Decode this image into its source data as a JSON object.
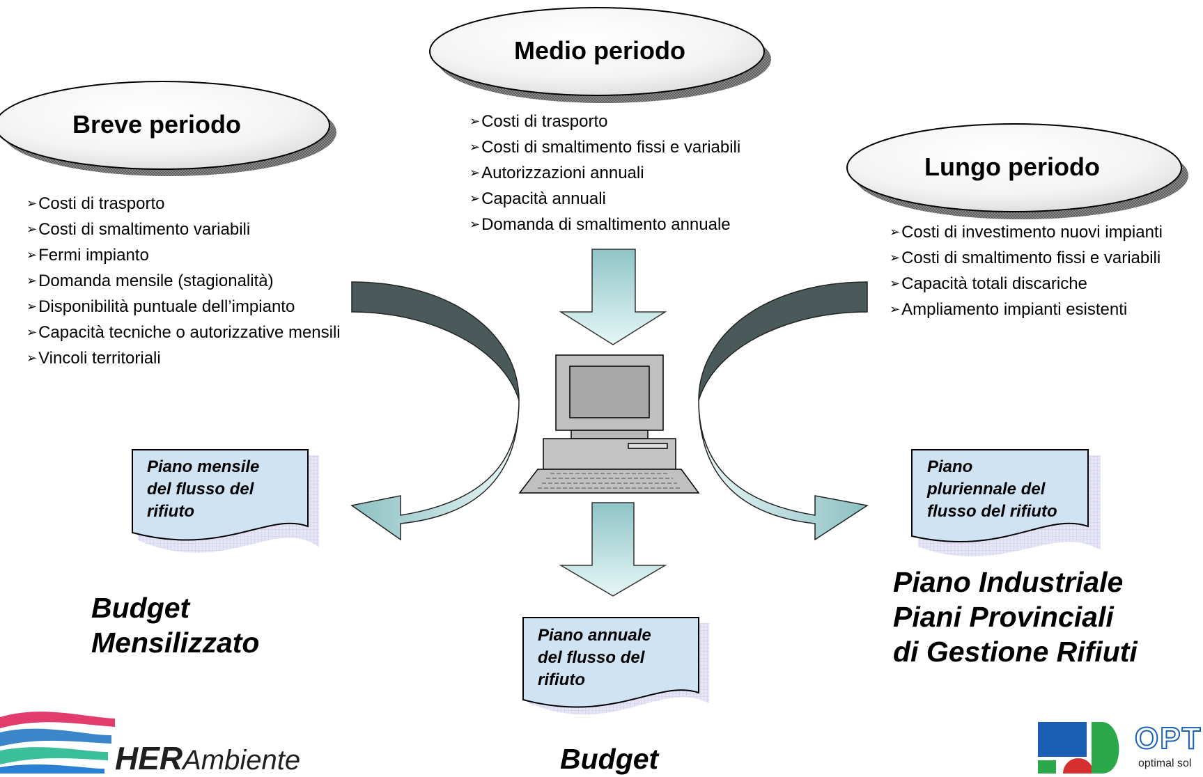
{
  "ellipses": {
    "short": "Breve periodo",
    "medium": "Medio periodo",
    "long": "Lungo  periodo"
  },
  "bullets": {
    "short": [
      "Costi di trasporto",
      "Costi di smaltimento variabili",
      "Fermi impianto",
      "Domanda mensile (stagionalità)",
      "Disponibilità puntuale dell’impianto",
      "Capacità tecniche o autorizzative mensili",
      "Vincoli territoriali"
    ],
    "medium": [
      "Costi di trasporto",
      "Costi di smaltimento fissi e variabili",
      "Autorizzazioni annuali",
      "Capacità annuali",
      "Domanda di smaltimento annuale"
    ],
    "long": [
      "Costi di investimento nuovi impianti",
      "Costi di smaltimento fissi e variabili",
      "Capacità totali discariche",
      "Ampliamento impianti esistenti"
    ]
  },
  "documents": {
    "monthly": [
      "Piano mensile",
      "del flusso del",
      "rifiuto"
    ],
    "annual": [
      "Piano annuale",
      "del flusso del",
      "rifiuto"
    ],
    "multiyear": [
      "Piano",
      "pluriennale del",
      "flusso del rifiuto"
    ]
  },
  "outputs": {
    "monthly": [
      "Budget",
      "Mensilizzato"
    ],
    "annual": [
      "Budget"
    ],
    "multiyear": [
      "Piano Industriale",
      "Piani Provinciali",
      "di Gestione Rifiuti"
    ]
  },
  "logos": {
    "left_bold": "HER",
    "left_rest": "Ambiente",
    "right_title": "OPT",
    "right_sub": "optimal sol"
  },
  "colors": {
    "arrow_fill": "#b0dcdc",
    "curve_dark": "#4a5a5a",
    "curve_light": "#c6f0ef",
    "doc_fill": "#cfe3f3",
    "ellipse_shadow": "#707070"
  }
}
